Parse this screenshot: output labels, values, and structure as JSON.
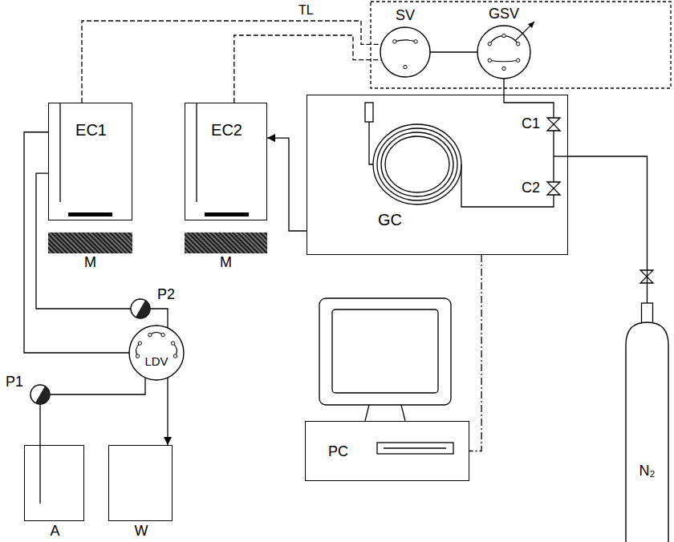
{
  "diagram": {
    "nodes": [
      {
        "text": [
          "EC1"
        ]
      },
      {
        "text": [
          "EC2"
        ]
      },
      {
        "text": [
          "SV"
        ]
      },
      {
        "text": [
          "GSV"
        ]
      },
      {
        "text": [
          "GC"
        ]
      },
      {
        "text": [
          "M"
        ]
      },
      {
        "text": [
          "M"
        ]
      },
      {
        "text": [
          "P2"
        ]
      },
      {
        "text": [
          "LDV"
        ]
      },
      {
        "text": [
          "PC"
        ]
      },
      {
        "text": [
          "N₂"
        ]
      },
      {
        "text": [
          "P1"
        ]
      },
      {
        "text": [
          "A"
        ]
      },
      {
        "text": [
          "W"
        ]
      }
    ],
    "edges": [
      {
        "from": 0,
        "to": 2,
        "arrow": "none"
      },
      {
        "from": 1,
        "to": 2,
        "arrow": "none"
      },
      {
        "from": 2,
        "to": 3,
        "arrow": "none"
      },
      {
        "from": 3,
        "to": 4,
        "arrow": "none"
      },
      {
        "from": 4,
        "to": 1,
        "arrow": "to"
      },
      {
        "from": 0,
        "to": 7,
        "arrow": "none"
      },
      {
        "from": 7,
        "to": 8,
        "arrow": "none"
      },
      {
        "from": 8,
        "to": 0,
        "arrow": "none"
      },
      {
        "from": 12,
        "to": 11,
        "arrow": "none"
      },
      {
        "from": 11,
        "to": 8,
        "arrow": "none"
      },
      {
        "from": 8,
        "to": 13,
        "arrow": "to"
      },
      {
        "from": 10,
        "to": 4,
        "arrow": "none"
      },
      {
        "from": 4,
        "to": 9,
        "arrow": "none"
      }
    ],
    "labels": [
      "TL",
      "C1",
      "C2"
    ]
  }
}
